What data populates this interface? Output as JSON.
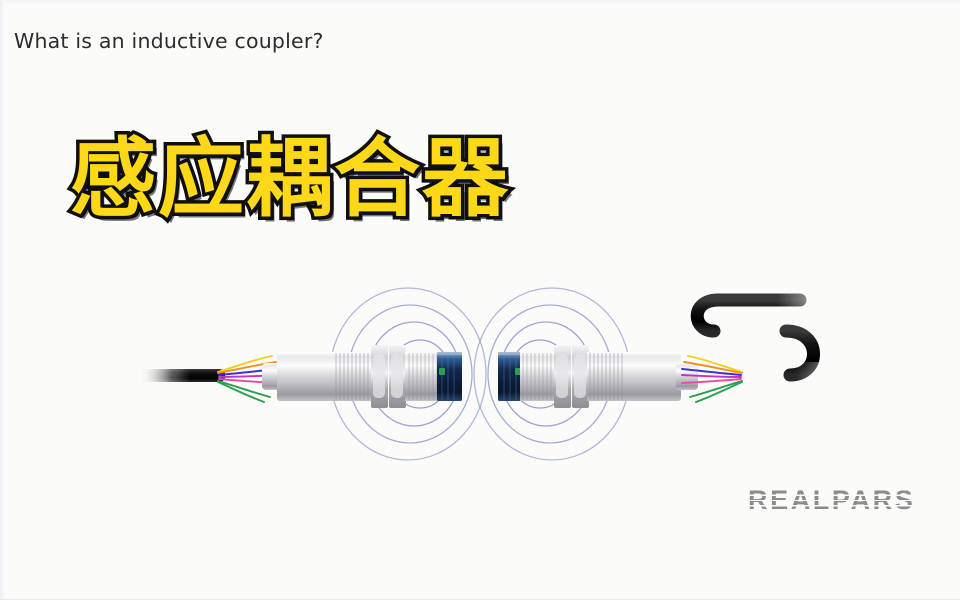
{
  "slide": {
    "background_color": "#fbfbfa",
    "question_caption": "What is an inductive coupler?",
    "chinese_headline": "感应耦合器",
    "headline_fill_color": "#fcd818",
    "headline_outline_color": "#101010",
    "brand_logo": "REALPARS",
    "brand_logo_color": "#8c8c8c"
  },
  "illustration": {
    "name": "inductive-coupler-pair-with-magnetic-field",
    "field_line_color": "#7b86c4",
    "field_lobes": 2,
    "field_rings_per_lobe": 4,
    "left_device": {
      "label": "inductive-coupler-left",
      "body_color": "#c9c9cb",
      "face_color": "#14325e",
      "led_color": "#2f9e4f",
      "cable_color": "#111111",
      "wire_colors": [
        "#f2d01e",
        "#f09020",
        "#3a36c8",
        "#c033c8",
        "#e84fa0",
        "#2f9e4f"
      ]
    },
    "right_device": {
      "label": "inductive-coupler-right",
      "body_color": "#c9c9cb",
      "face_color": "#14325e",
      "led_color": "#2f9e4f",
      "cable_color": "#111111",
      "wire_colors": [
        "#f2d01e",
        "#f09020",
        "#3a36c8",
        "#c033c8",
        "#e84fa0",
        "#2f9e4f"
      ]
    }
  }
}
